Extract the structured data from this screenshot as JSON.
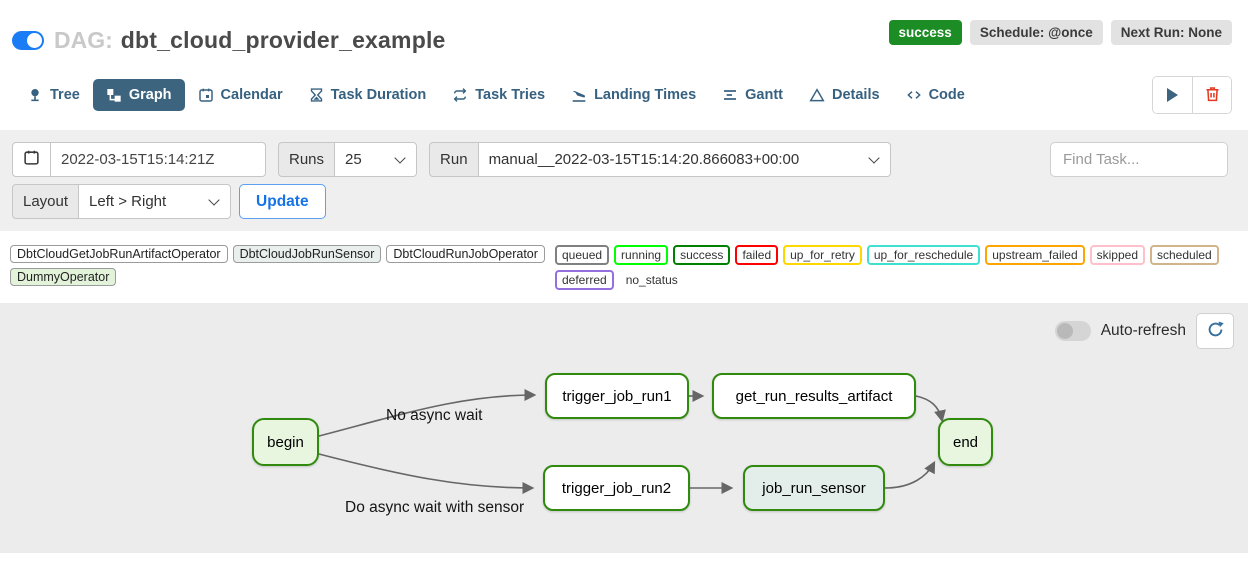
{
  "header": {
    "dag_prefix": "DAG:",
    "dag_title": "dbt_cloud_provider_example",
    "status_badge": "success",
    "schedule_badge": "Schedule: @once",
    "next_run_badge": "Next Run: None"
  },
  "tabs": [
    {
      "label": "Tree"
    },
    {
      "label": "Graph"
    },
    {
      "label": "Calendar"
    },
    {
      "label": "Task Duration"
    },
    {
      "label": "Task Tries"
    },
    {
      "label": "Landing Times"
    },
    {
      "label": "Gantt"
    },
    {
      "label": "Details"
    },
    {
      "label": "Code"
    }
  ],
  "filters": {
    "base_date_value": "2022-03-15T15:14:21Z",
    "runs_label": "Runs",
    "runs_value": "25",
    "run_label": "Run",
    "run_value": "manual__2022-03-15T15:14:20.866083+00:00",
    "find_task_placeholder": "Find Task...",
    "layout_label": "Layout",
    "layout_value": "Left > Right",
    "update_label": "Update"
  },
  "legend": {
    "operators": [
      {
        "label": "DbtCloudGetJobRunArtifactOperator",
        "fill": "#ffffff"
      },
      {
        "label": "DbtCloudJobRunSensor",
        "fill": "#e8efec"
      },
      {
        "label": "DbtCloudRunJobOperator",
        "fill": "#ffffff"
      },
      {
        "label": "DummyOperator",
        "fill": "#e2f3da"
      }
    ],
    "statuses": [
      {
        "label": "queued",
        "border": "#808080"
      },
      {
        "label": "running",
        "border": "#00ff00"
      },
      {
        "label": "success",
        "border": "#008000"
      },
      {
        "label": "failed",
        "border": "#ff0000"
      },
      {
        "label": "up_for_retry",
        "border": "#ffd700"
      },
      {
        "label": "up_for_reschedule",
        "border": "#40e0d0"
      },
      {
        "label": "upstream_failed",
        "border": "#ffa500"
      },
      {
        "label": "skipped",
        "border": "#ffc0cb"
      },
      {
        "label": "scheduled",
        "border": "#d2b48c"
      },
      {
        "label": "deferred",
        "border": "#9370db"
      },
      {
        "label": "no_status",
        "border": "transparent"
      }
    ]
  },
  "graph": {
    "auto_refresh_label": "Auto-refresh",
    "node_border_color": "#2f8a0e",
    "nodes": [
      {
        "id": "begin",
        "label": "begin",
        "fill": "#e8f6e0"
      },
      {
        "id": "trigger_job_run1",
        "label": "trigger_job_run1",
        "fill": "#ffffff"
      },
      {
        "id": "get_run_results_artifact",
        "label": "get_run_results_artifact",
        "fill": "#ffffff"
      },
      {
        "id": "end",
        "label": "end",
        "fill": "#e8f6e0"
      },
      {
        "id": "trigger_job_run2",
        "label": "trigger_job_run2",
        "fill": "#ffffff"
      },
      {
        "id": "job_run_sensor",
        "label": "job_run_sensor",
        "fill": "#e3eeea"
      }
    ],
    "edges": [
      {
        "from": "begin",
        "to": "trigger_job_run1",
        "label": "No async wait"
      },
      {
        "from": "begin",
        "to": "trigger_job_run2",
        "label": "Do async wait with sensor"
      },
      {
        "from": "trigger_job_run1",
        "to": "get_run_results_artifact",
        "label": ""
      },
      {
        "from": "get_run_results_artifact",
        "to": "end",
        "label": ""
      },
      {
        "from": "trigger_job_run2",
        "to": "job_run_sensor",
        "label": ""
      },
      {
        "from": "job_run_sensor",
        "to": "end",
        "label": ""
      }
    ]
  }
}
